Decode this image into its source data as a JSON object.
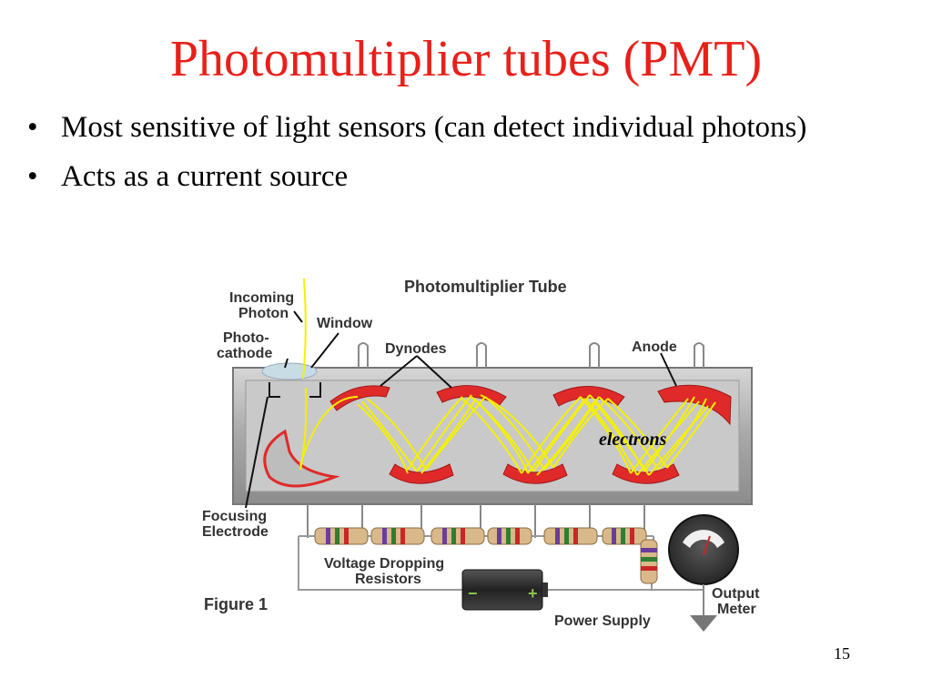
{
  "slide": {
    "title": "Photomultiplier tubes (PMT)",
    "bullets": [
      "Most sensitive of light sensors (can detect individual photons)",
      "Acts as a current source"
    ],
    "page_number": "15"
  },
  "figure": {
    "heading": "Photomultiplier Tube",
    "labels": {
      "incoming_photon_1": "Incoming",
      "incoming_photon_2": "Photon",
      "window": "Window",
      "photocathode_1": "Photo-",
      "photocathode_2": "cathode",
      "dynodes": "Dynodes",
      "anode": "Anode",
      "electrons": "electrons",
      "focusing_electrode_1": "Focusing",
      "focusing_electrode_2": "Electrode",
      "resistors_1": "Voltage Dropping",
      "resistors_2": "Resistors",
      "output_meter_1": "Output",
      "output_meter_2": "Meter",
      "power_supply": "Power Supply",
      "caption": "Figure 1",
      "minus": "−",
      "plus": "+"
    },
    "colors": {
      "tube": "#b4b4b4",
      "dynode": "#e02a2a",
      "electron_beam": "#f5f000",
      "title": "#e8201a"
    }
  }
}
